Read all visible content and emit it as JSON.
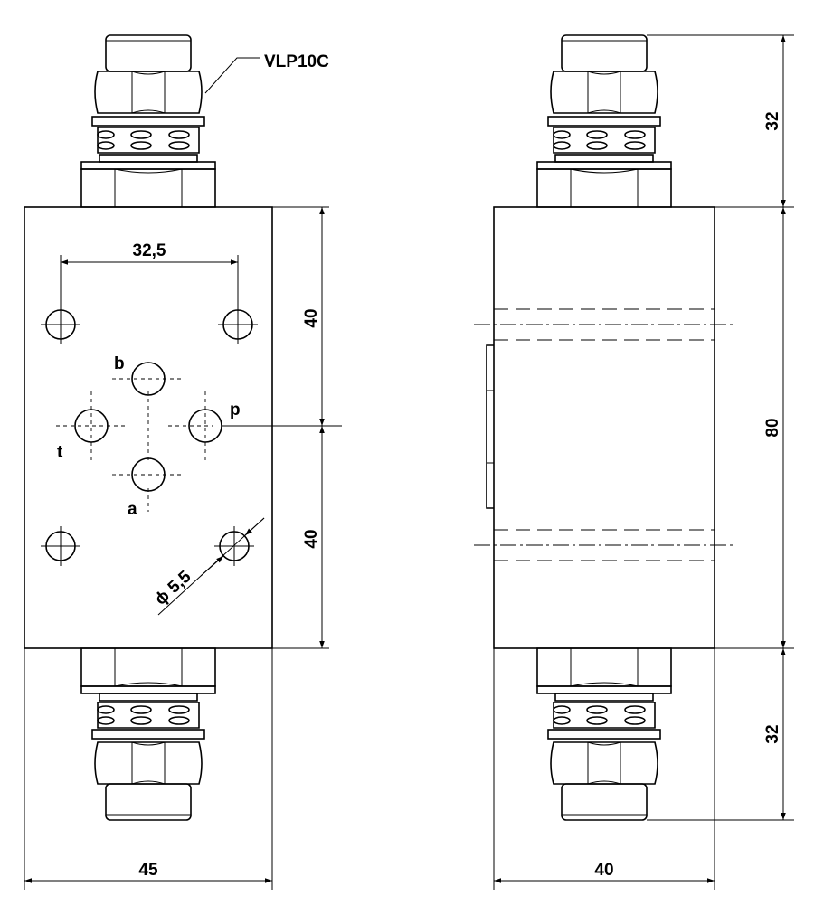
{
  "model_label": "VLP10C",
  "ports": {
    "b": "b",
    "p": "p",
    "t": "t",
    "a": "a"
  },
  "front_view": {
    "hole_spacing": "32,5",
    "upper_height": "40",
    "lower_height": "40",
    "hole_diameter": "ϕ 5,5",
    "width": "45"
  },
  "side_view": {
    "top_fitting_height": "32",
    "body_height": "80",
    "bottom_fitting_height": "32",
    "width": "40"
  }
}
